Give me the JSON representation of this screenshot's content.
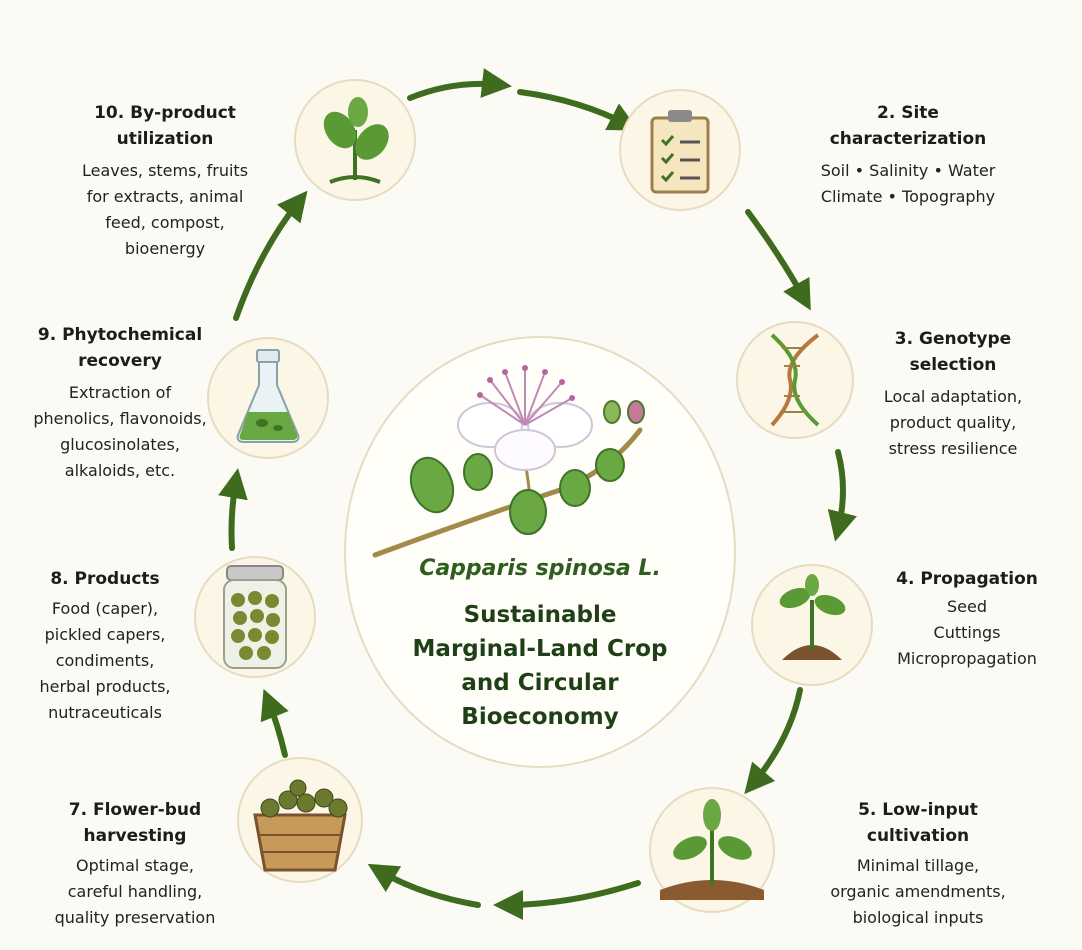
{
  "center": {
    "species": "Capparis spinosa L.",
    "title": "Sustainable\nMarginal-Land Crop\nand Circular\nBioeconomy"
  },
  "steps": [
    {
      "title": "10. By-product\nutilization",
      "desc": "Leaves, stems, fruits\nfor extracts, animal\nfeed, compost,\nbioenergy",
      "icon": "seedling-icon"
    },
    {
      "title": "2. Site\ncharacterization",
      "desc": "Soil • Salinity • Water\nClimate • Topography",
      "icon": "clipboard-checklist-icon"
    },
    {
      "title": "3. Genotype\nselection",
      "desc": "Local adaptation,\nproduct quality,\nstress resilience",
      "icon": "dna-icon"
    },
    {
      "title": "4. Propagation",
      "desc": "Seed\nCuttings\nMicropropagation",
      "icon": "sprout-in-soil-icon"
    },
    {
      "title": "5. Low-input\ncultivation",
      "desc": "Minimal tillage,\norganic amendments,\nbiological inputs",
      "icon": "plant-in-field-icon"
    },
    {
      "title": "7. Flower-bud\nharvesting",
      "desc": "Optimal stage,\ncareful handling,\nquality preservation",
      "icon": "basket-of-buds-icon"
    },
    {
      "title": "8. Products",
      "desc": "Food (caper),\npickled capers,\ncondiments,\nherbal products,\nnutraceuticals",
      "icon": "jar-of-capers-icon"
    },
    {
      "title": "9. Phytochemical\nrecovery",
      "desc": "Extraction of\nphenolics, flavonoids,\nglucosinolates,\nalkaloids, etc.",
      "icon": "flask-extract-icon"
    }
  ],
  "colors": {
    "arrow": "#3f6b1f",
    "leaf": "#5a9a35",
    "leaf_dark": "#3e7424",
    "circle_fill": "#fbf6e6",
    "circle_stroke": "#e6dcc0",
    "title_green": "#1f3f16"
  }
}
